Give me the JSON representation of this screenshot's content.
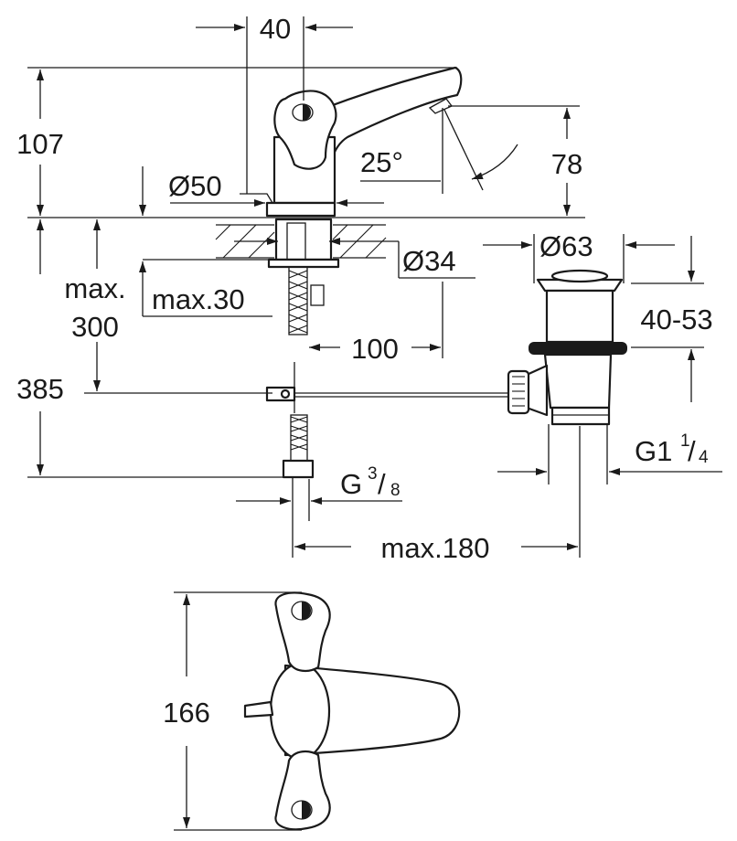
{
  "dimensions": {
    "top_width": "40",
    "height_overall": "107",
    "spout_height": "78",
    "spout_angle": "25°",
    "base_diameter": "Ø50",
    "hole_diameter": "Ø34",
    "waste_diameter": "Ø63",
    "max_thickness": "max.30",
    "max_hose_line1": "max.",
    "max_hose_line2": "300",
    "rod_length": "100",
    "total_height": "385",
    "waste_height": "40-53",
    "connection_thread_main": "G",
    "connection_thread_num": "3",
    "connection_thread_den": "8",
    "waste_thread_main": "G1",
    "waste_thread_num": "1",
    "waste_thread_den": "4",
    "waste_distance": "max.180",
    "top_view_depth": "166"
  },
  "colors": {
    "line": "#1a1a1a",
    "background": "#ffffff"
  }
}
